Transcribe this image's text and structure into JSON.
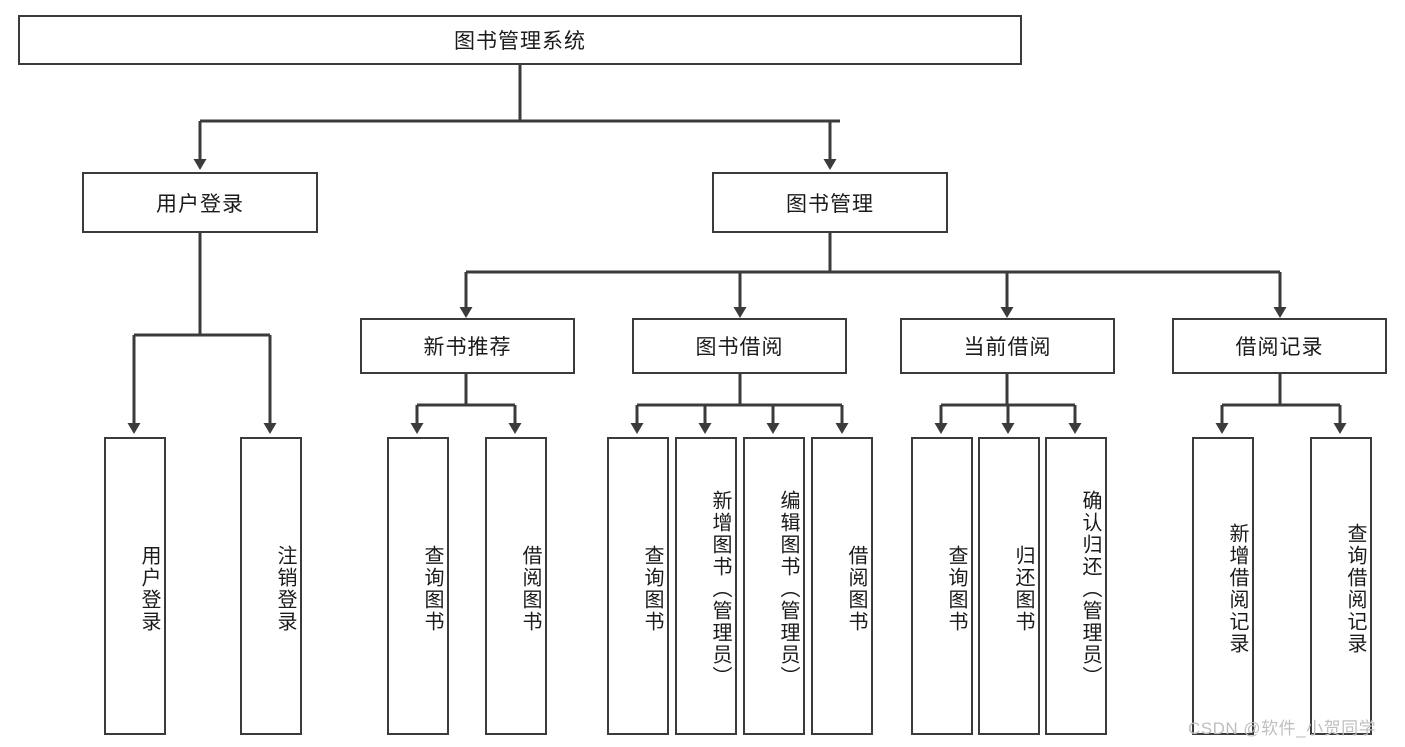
{
  "diagram": {
    "title_node": {
      "label": "图书管理系统"
    },
    "level1": [
      {
        "id": "user-login",
        "label": "用户登录"
      },
      {
        "id": "book-management",
        "label": "图书管理"
      }
    ],
    "level2": [
      {
        "id": "new-book-recommend",
        "label": "新书推荐"
      },
      {
        "id": "book-borrow",
        "label": "图书借阅"
      },
      {
        "id": "current-borrow",
        "label": "当前借阅"
      },
      {
        "id": "borrow-record",
        "label": "借阅记录"
      }
    ],
    "leaves": [
      {
        "id": "leaf-user-login",
        "label": "用户登录",
        "parent": "user-login"
      },
      {
        "id": "leaf-logout",
        "label": "注销登录",
        "parent": "user-login"
      },
      {
        "id": "leaf-query-book-1",
        "label": "查询图书",
        "parent": "new-book-recommend"
      },
      {
        "id": "leaf-borrow-book-1",
        "label": "借阅图书",
        "parent": "new-book-recommend"
      },
      {
        "id": "leaf-query-book-2",
        "label": "查询图书",
        "parent": "book-borrow"
      },
      {
        "id": "leaf-add-book",
        "label": "新增图书（管理员）",
        "parent": "book-borrow"
      },
      {
        "id": "leaf-edit-book",
        "label": "编辑图书（管理员）",
        "parent": "book-borrow"
      },
      {
        "id": "leaf-borrow-book-2",
        "label": "借阅图书",
        "parent": "book-borrow"
      },
      {
        "id": "leaf-query-book-3",
        "label": "查询图书",
        "parent": "current-borrow"
      },
      {
        "id": "leaf-return-book",
        "label": "归还图书",
        "parent": "current-borrow"
      },
      {
        "id": "leaf-confirm-return",
        "label": "确认归还（管理员）",
        "parent": "current-borrow"
      },
      {
        "id": "leaf-add-record",
        "label": "新增借阅记录",
        "parent": "borrow-record"
      },
      {
        "id": "leaf-query-record",
        "label": "查询借阅记录",
        "parent": "borrow-record"
      }
    ],
    "watermark": "CSDN @软件_小贺同学",
    "colors": {
      "line": "#3b3b3b",
      "box_fill": "#ffffff",
      "text": "#1b1b1b",
      "watermark": "#bfbfbf"
    }
  }
}
